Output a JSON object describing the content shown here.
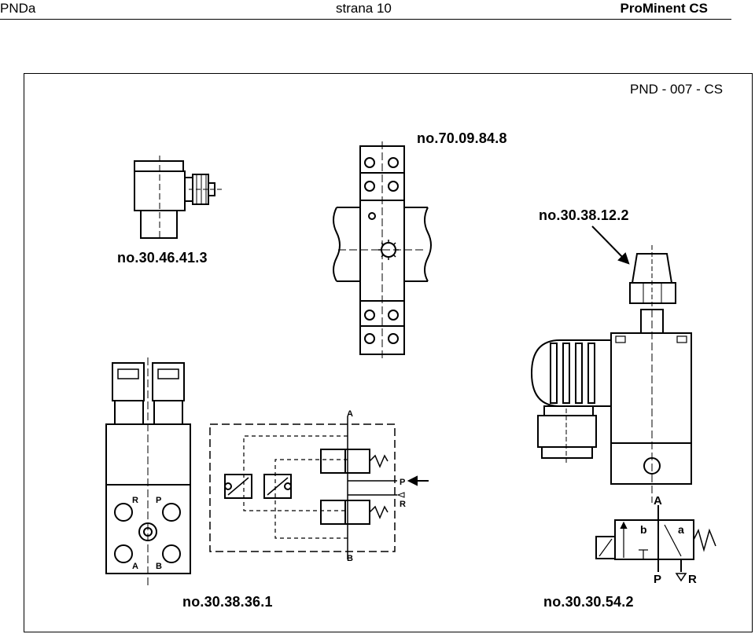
{
  "header": {
    "left": "PNDa",
    "center": "strana 10",
    "right": "ProMinent CS"
  },
  "document_code": "PND - 007 - CS",
  "parts": {
    "flow_valve": "no.70.09.84.8",
    "elbow_fitting": "no.30.46.41.3",
    "silencer": "no.30.38.12.2",
    "double_solenoid_valve": "no.30.38.36.1",
    "solenoid_valve": "no.30.30.54.2"
  },
  "port_labels": {
    "A": "A",
    "B": "B",
    "P": "P",
    "R": "R",
    "a": "a",
    "b": "b"
  }
}
